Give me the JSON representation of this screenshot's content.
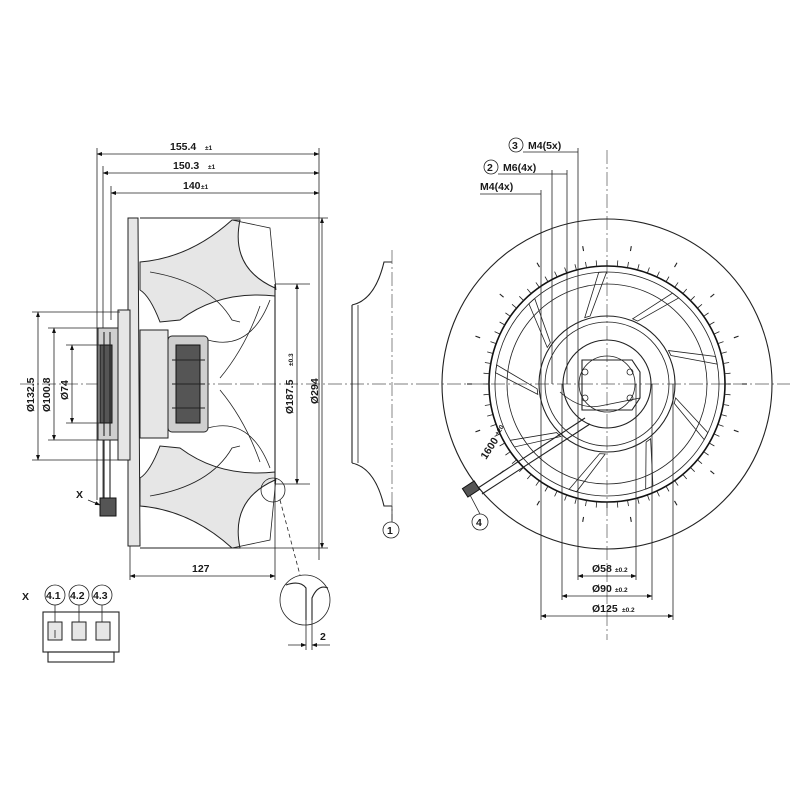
{
  "dimensions": {
    "d155": {
      "value": "155.4",
      "tol": "±1"
    },
    "d150": {
      "value": "150.3",
      "tol": "±1"
    },
    "d140": {
      "value": "140",
      "tol": "±1"
    },
    "d127": "127",
    "d132": "Ø132.5",
    "d100": "Ø100.8",
    "d74": "Ø74",
    "d187": {
      "value": "Ø187.5",
      "tol": "±0.3"
    },
    "d294": "Ø294",
    "d2": "2",
    "d58": {
      "value": "Ø58",
      "tol": "±0.2"
    },
    "d90": {
      "value": "Ø90",
      "tol": "±0.2"
    },
    "d125": {
      "value": "Ø125",
      "tol": "±0.2"
    },
    "cable": {
      "value": "1600",
      "tol": "+20"
    }
  },
  "labels": {
    "m4_5x": "M4(5x)",
    "m6_4x": "M6(4x)",
    "m4_4x": "M4(4x)",
    "view_x": "X",
    "view_x_detail": "X"
  },
  "callouts": {
    "c1": "1",
    "c2": "2",
    "c3": "3",
    "c4": "4",
    "c41": "4.1",
    "c42": "4.2",
    "c43": "4.3"
  }
}
